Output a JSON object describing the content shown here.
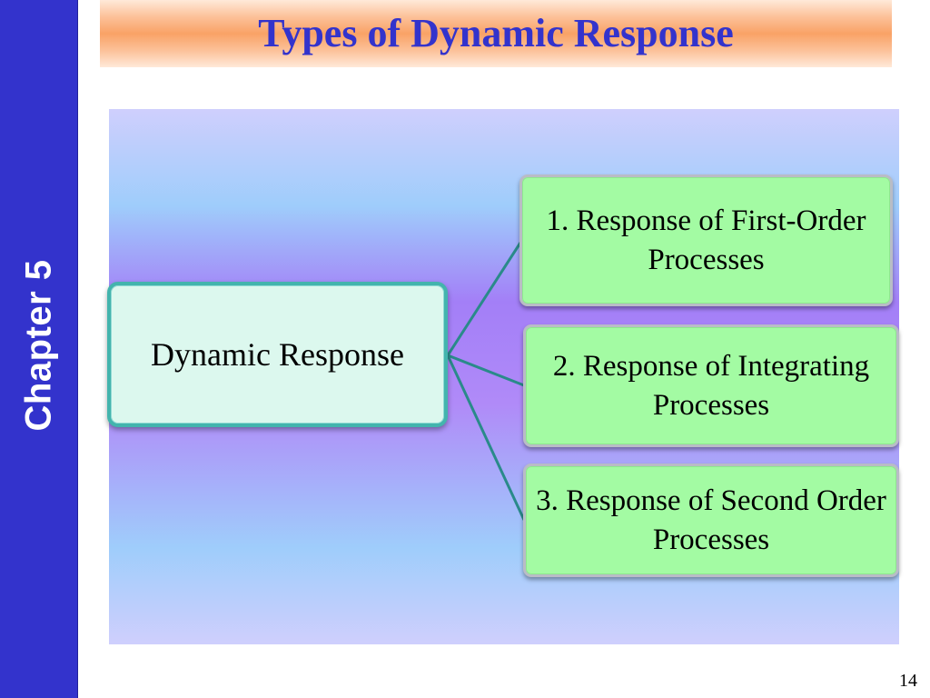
{
  "sidebar": {
    "chapter_label": "Chapter 5",
    "color": "#3333cc"
  },
  "slide": {
    "title": "Types of Dynamic Response",
    "title_color": "#3333cc",
    "page_number": "14"
  },
  "diagram": {
    "root": {
      "label": "Dynamic Response",
      "fill": "#dcf8ee",
      "border": "#43b4ad"
    },
    "children": [
      {
        "label": "1. Response of First-Order Processes"
      },
      {
        "label": "2. Response of Integrating Processes"
      },
      {
        "label": "3. Response of Second Order Processes"
      }
    ],
    "child_fill": "#a3fba3",
    "connector_color": "#2a8a8a"
  }
}
